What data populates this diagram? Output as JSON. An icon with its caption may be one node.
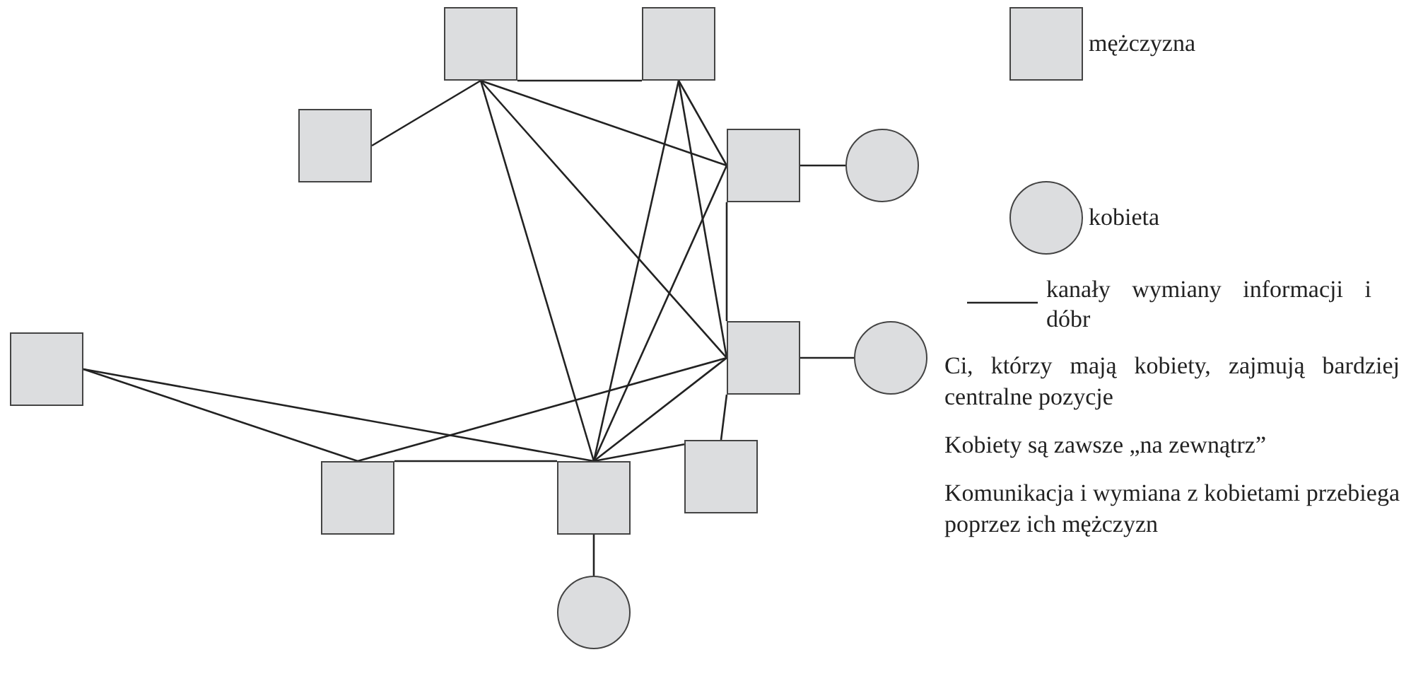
{
  "diagram": {
    "nodes": [
      {
        "text": [],
        "shape": "box"
      },
      {
        "text": [],
        "shape": "box"
      },
      {
        "text": [],
        "shape": "box"
      },
      {
        "text": [],
        "shape": "box"
      },
      {
        "text": [],
        "shape": "circle"
      },
      {
        "text": [],
        "shape": "box"
      },
      {
        "text": [],
        "shape": "circle"
      },
      {
        "text": [],
        "shape": "box"
      },
      {
        "text": [],
        "shape": "box"
      },
      {
        "text": [],
        "shape": "box"
      },
      {
        "text": [],
        "shape": "box"
      },
      {
        "text": [],
        "shape": "circle"
      }
    ],
    "edges": [
      {
        "from": 0,
        "to": 1,
        "arrow": "none"
      },
      {
        "from": 0,
        "to": 2,
        "arrow": "none"
      },
      {
        "from": 0,
        "to": 3,
        "arrow": "none"
      },
      {
        "from": 0,
        "to": 5,
        "arrow": "none"
      },
      {
        "from": 0,
        "to": 10,
        "arrow": "none"
      },
      {
        "from": 1,
        "to": 3,
        "arrow": "none"
      },
      {
        "from": 1,
        "to": 5,
        "arrow": "none"
      },
      {
        "from": 1,
        "to": 10,
        "arrow": "none"
      },
      {
        "from": 3,
        "to": 4,
        "arrow": "none"
      },
      {
        "from": 3,
        "to": 5,
        "arrow": "none"
      },
      {
        "from": 3,
        "to": 10,
        "arrow": "none"
      },
      {
        "from": 5,
        "to": 6,
        "arrow": "none"
      },
      {
        "from": 5,
        "to": 9,
        "arrow": "none"
      },
      {
        "from": 5,
        "to": 10,
        "arrow": "none"
      },
      {
        "from": 5,
        "to": 8,
        "arrow": "none"
      },
      {
        "from": 7,
        "to": 9,
        "arrow": "none"
      },
      {
        "from": 7,
        "to": 10,
        "arrow": "none"
      },
      {
        "from": 9,
        "to": 10,
        "arrow": "none"
      },
      {
        "from": 8,
        "to": 10,
        "arrow": "none"
      },
      {
        "from": 10,
        "to": 11,
        "arrow": "none"
      }
    ],
    "labels": [
      "Ci, którzy mają kobiety, zajmują bardziej centralne pozycje",
      "Kobiety są zawsze „na zewnątrz”",
      "Komunikacja i wymiana z kobietami przebiega poprzez ich mężczyzn"
    ],
    "legend": [
      {
        "text": "mężczyzna"
      },
      {
        "text": "kobieta"
      },
      {
        "text": "kanały wymiany informacji i dóbr"
      }
    ]
  }
}
